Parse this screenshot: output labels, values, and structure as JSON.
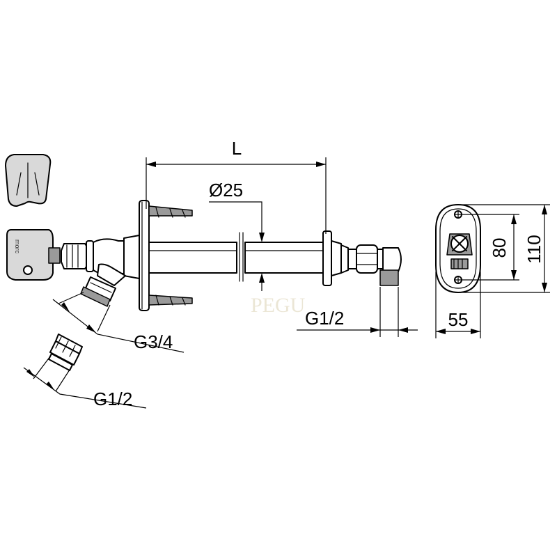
{
  "dimensions": {
    "length_label": "L",
    "pipe_diameter_label": "Ø25",
    "inlet_thread_label": "G1/2",
    "outlet_thread_label": "G3/4",
    "adapter_thread_label": "G1/2",
    "plate_height_label": "110",
    "plate_hole_spacing_label": "80",
    "plate_width_label": "55"
  },
  "key_brand_text": "morc",
  "watermark_text": "PEGU"
}
